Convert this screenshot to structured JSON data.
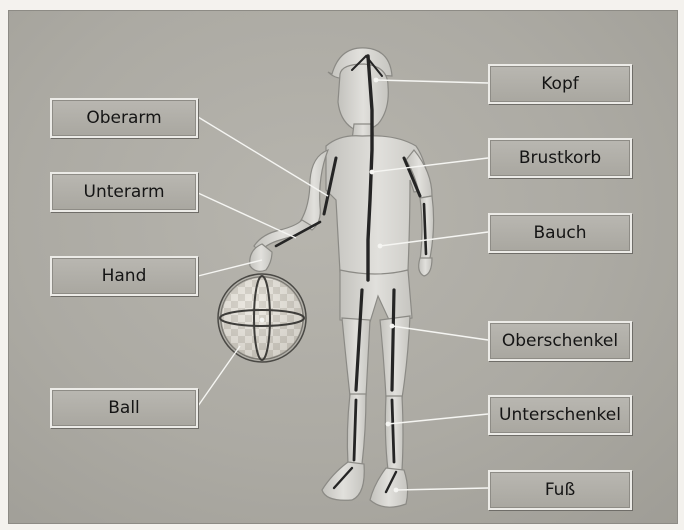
{
  "labels": {
    "oberarm": "Oberarm",
    "unterarm": "Unterarm",
    "hand": "Hand",
    "ball": "Ball",
    "kopf": "Kopf",
    "brustkorb": "Brustkorb",
    "bauch": "Bauch",
    "oberschenkel": "Oberschenkel",
    "unterschenkel": "Unterschenkel",
    "fuss": "Fuß"
  },
  "colors": {
    "background": "#acaaa3",
    "label_fill": "#b1afa9",
    "leader_line": "#f5f5f2",
    "figure_skin": "#d0cfca",
    "bone": "#2a2a2a"
  }
}
